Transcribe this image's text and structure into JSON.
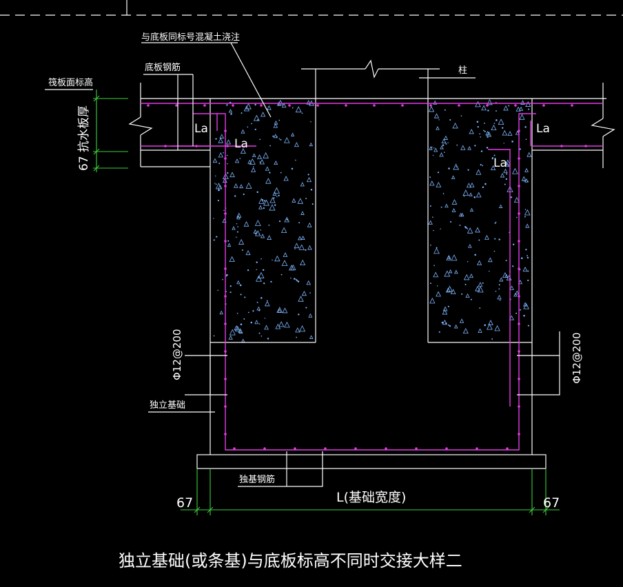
{
  "colors": {
    "background": "#000000",
    "line": "#ffffff",
    "rebar": "#e43ce4",
    "dimension": "#3ccf3c",
    "aggregate": "#7fb7ff"
  },
  "labels": {
    "concrete_note": "与底板同标号混凝土浇注",
    "bottom_rebar": "底板钢筋",
    "slab_top_elevation": "筏板面标高",
    "column": "柱",
    "slab_thickness": "67 抗水板厚",
    "la": "La",
    "rebar_spec": "Φ12@200",
    "isolated_foundation": "独立基础",
    "foundation_rebar": "独基钢筋",
    "width_label": "L(基础宽度)",
    "margin_dim": "67"
  },
  "title": "独立基础(或条基)与底板标高不同时交接大样二"
}
